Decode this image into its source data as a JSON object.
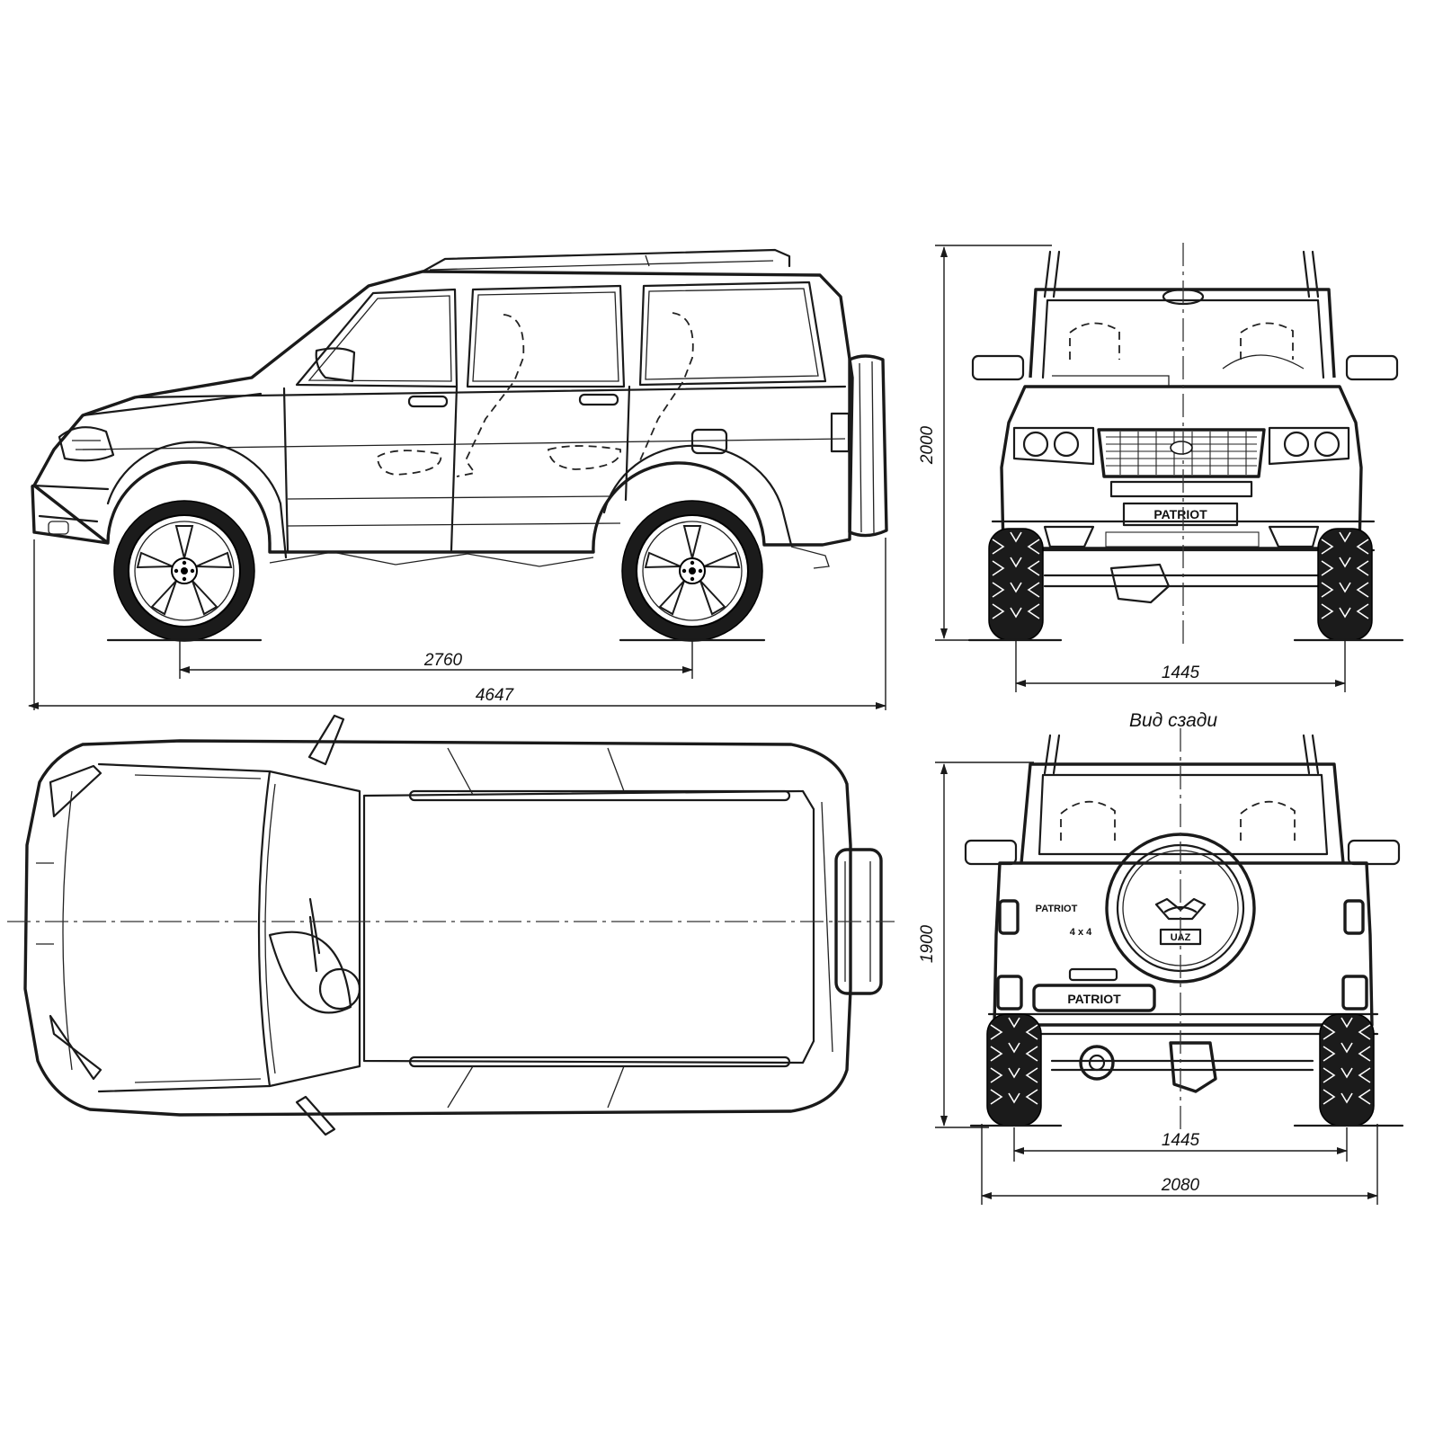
{
  "dimensions": {
    "side_wheelbase": "2760",
    "side_length": "4647",
    "front_height": "2000",
    "front_track": "1445",
    "rear_height": "1900",
    "rear_track": "1445",
    "rear_width": "2080"
  },
  "captions": {
    "rear_view": "Вид сзади"
  },
  "badges": {
    "front_plate": "PATRIOT",
    "rear_plate": "PATRIOT",
    "rear_model": "PATRIOT",
    "rear_drive": "4 x 4",
    "spare_logo": "UAZ"
  },
  "colors": {
    "ink": "#1a1a1a",
    "paper": "#ffffff"
  }
}
